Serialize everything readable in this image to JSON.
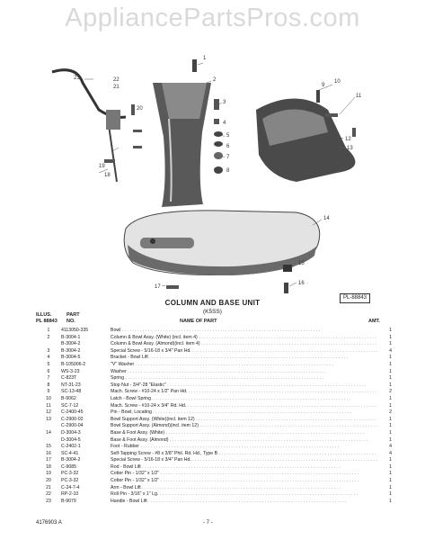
{
  "watermark": "AppliancePartsPros.com",
  "figure_id": "PL-88843",
  "title": "COLUMN AND BASE UNIT",
  "subtitle": "(K5SS)",
  "headers": {
    "illus_line1": "ILLUS.",
    "illus_line2": "PL 88843",
    "part_line1": "PART",
    "part_line2": "NO.",
    "name": "NAME OF PART",
    "amt": "AMT."
  },
  "diagram_labels": [
    "1",
    "2",
    "3",
    "4",
    "5",
    "6",
    "7",
    "8",
    "9",
    "10",
    "11",
    "12",
    "13",
    "14",
    "15",
    "16",
    "17",
    "18",
    "19",
    "20",
    "21",
    "22",
    "23"
  ],
  "parts": [
    {
      "illus": "1",
      "part": "4113050-335",
      "name": "Bowl",
      "amt": "1"
    },
    {
      "illus": "2",
      "part": "B-3004-1",
      "name": "Column & Bowl Assy. (White) (incl. item 4)",
      "amt": "1"
    },
    {
      "illus": "",
      "part": "B-3004-2",
      "name": "Column & Bowl Assy. (Almond)(incl. item 4)",
      "amt": "1"
    },
    {
      "illus": "3",
      "part": "B-3004-2",
      "name": "Special Screw - 5/16-18 x 3/4\" Pan Hd.",
      "amt": "4"
    },
    {
      "illus": "4",
      "part": "B-3004-5",
      "name": "Bracket - Bowl Lift",
      "amt": "1"
    },
    {
      "illus": "5",
      "part": "B-105006-2",
      "name": "\"V\" Washer",
      "amt": "1"
    },
    {
      "illus": "6",
      "part": "WS-3-23",
      "name": "Washer",
      "amt": "1"
    },
    {
      "illus": "7",
      "part": "C-823T",
      "name": "Spring",
      "amt": "1"
    },
    {
      "illus": "8",
      "part": "NT-31-23",
      "name": "Stop Nut - 3/4\"-28 \"Elastic\"",
      "amt": "1"
    },
    {
      "illus": "9",
      "part": "SC-13-48",
      "name": "Mach. Screw - #10-24 x 1/2\" Pan Hd.",
      "amt": "2"
    },
    {
      "illus": "10",
      "part": "B-9062",
      "name": "Latch - Bowl Spring",
      "amt": "1"
    },
    {
      "illus": "11",
      "part": "SC-7-12",
      "name": "Mach. Screw - #10-24 x 3/4\" Rd. Hd.",
      "amt": "1"
    },
    {
      "illus": "12",
      "part": "C-2400-45",
      "name": "Pin - Bowl, Locating",
      "amt": "2"
    },
    {
      "illus": "13",
      "part": "C-2900-02",
      "name": "Bowl Support Assy. (White)(incl. item 12)",
      "amt": "1"
    },
    {
      "illus": "",
      "part": "C-2900-04",
      "name": "Bowl Support Assy. (Almond)(incl. item 12)",
      "amt": "1"
    },
    {
      "illus": "14",
      "part": "D-3004-3",
      "name": "Base & Foot Assy. (White)",
      "amt": "1"
    },
    {
      "illus": "",
      "part": "D-3004-5",
      "name": "Base & Foot Assy. (Almond)",
      "amt": "1"
    },
    {
      "illus": "15",
      "part": "C-2402-1",
      "name": "Foot - Rubber",
      "amt": "4"
    },
    {
      "illus": "16",
      "part": "SC-4-41",
      "name": "Self-Tapping Screw - #8 x 3/8\" Phil. Rd. Hd., Type B",
      "amt": "4"
    },
    {
      "illus": "17",
      "part": "B-3004-2",
      "name": "Special Screw - 5/16-18 x 3/4\" Pan Hd.",
      "amt": "1"
    },
    {
      "illus": "18",
      "part": "C-9085",
      "name": "Rod - Bowl Lift",
      "amt": "1"
    },
    {
      "illus": "19",
      "part": "PC-3-32",
      "name": "Cotter Pin - 1/32\" x 1/2\"",
      "amt": "1"
    },
    {
      "illus": "20",
      "part": "PC-3-32",
      "name": "Cotter Pin - 1/32\" x 1/2\"",
      "amt": "1"
    },
    {
      "illus": "21",
      "part": "C-24-7-4",
      "name": "Arm - Bowl Lift",
      "amt": "1"
    },
    {
      "illus": "22",
      "part": "RP-2-10",
      "name": "Roll Pin - 3/16\" x 1\" Lg.",
      "amt": "1"
    },
    {
      "illus": "23",
      "part": "B-9079",
      "name": "Handle - Bowl Lift",
      "amt": "1"
    }
  ],
  "footer": {
    "left": "4176903 A",
    "center": "- 7 -"
  }
}
